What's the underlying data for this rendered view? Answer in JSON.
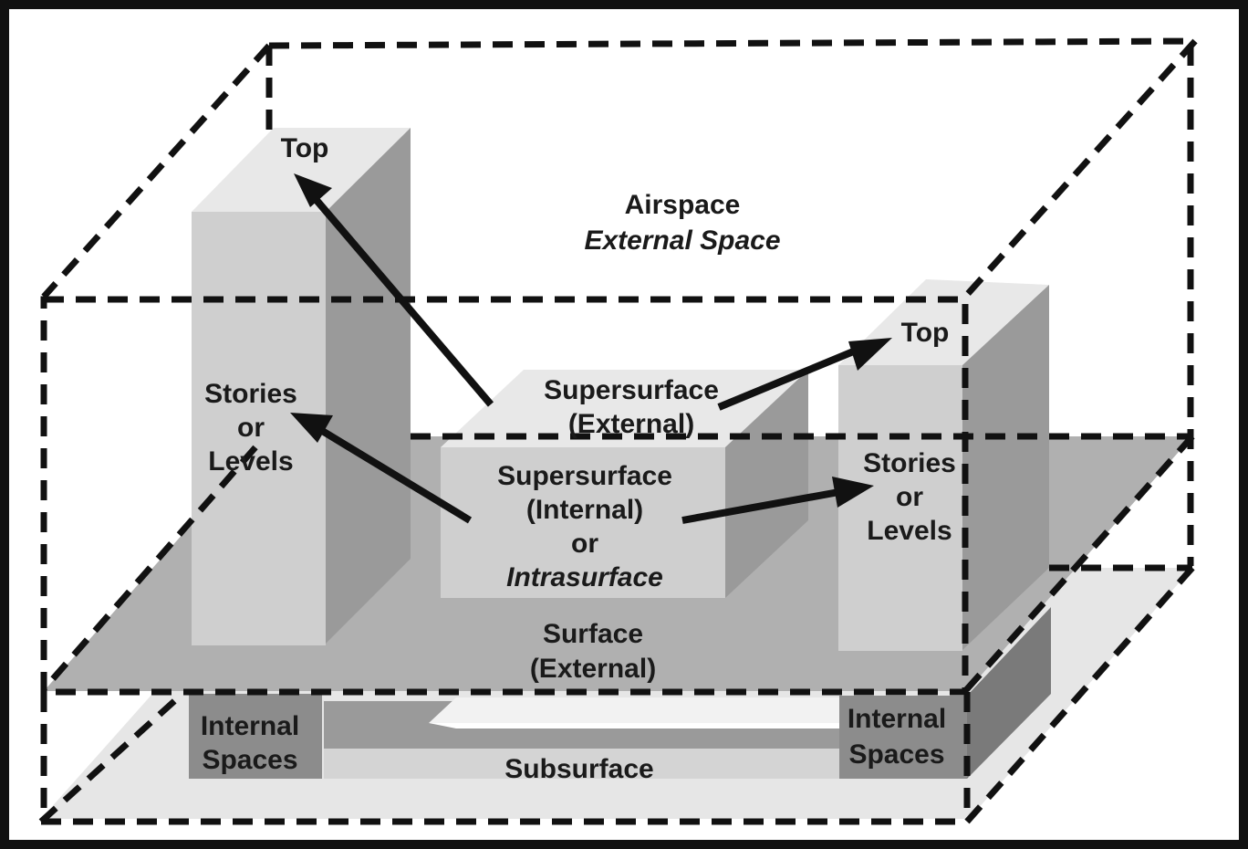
{
  "labels": {
    "airspace": "Airspace",
    "external_space": "External Space",
    "top_left": "Top",
    "top_right": "Top",
    "stories_left": [
      "Stories",
      "or",
      "Levels"
    ],
    "stories_right": [
      "Stories",
      "or",
      "Levels"
    ],
    "supersurface_external": [
      "Supersurface",
      "(External)"
    ],
    "supersurface_internal": [
      "Supersurface",
      "(Internal)",
      "or"
    ],
    "intrasurface": "Intrasurface",
    "surface_external": [
      "Surface",
      "(External)"
    ],
    "internal_spaces_left": [
      "Internal",
      "Spaces"
    ],
    "internal_spaces_right": [
      "Internal",
      "Spaces"
    ],
    "subsurface": "Subsurface"
  },
  "colors": {
    "background": "#ffffff",
    "frame": "#111111",
    "surface_plane": "#b0b0b0",
    "subsurface_plane": "#e6e6e6",
    "building_front": "#cfcfcf",
    "building_top": "#e8e8e8",
    "building_side": "#9a9a9a",
    "internal_space_block": "#8c8c8c"
  }
}
